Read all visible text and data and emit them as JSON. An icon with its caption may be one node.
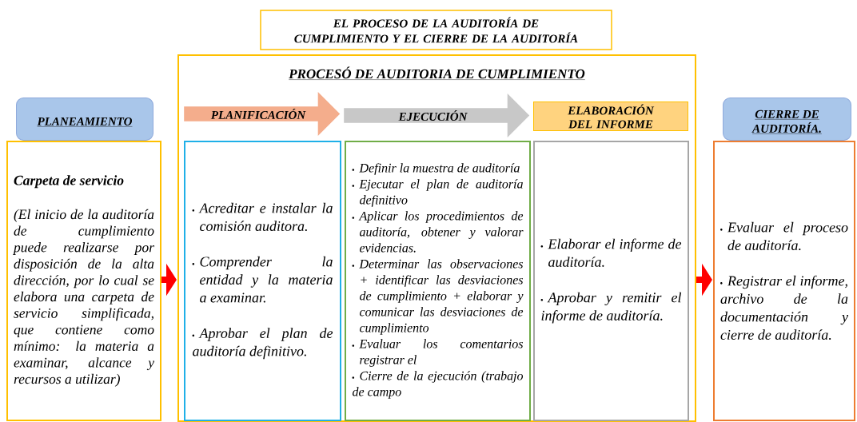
{
  "diagram": {
    "title": "EL PROCESO DE LA AUDITORÍA DE CUMPLIMIENTO Y EL CIERRE DE LA AUDITORÍA",
    "nodes": [
      {
        "text": [
          "PROCESÓ DE AUDITORIA DE CUMPLIMIENTO"
        ]
      },
      {
        "text": [
          "PLANEAMIENTO"
        ]
      },
      {
        "text": [
          "Carpeta de servicio",
          "(El inicio de la auditoría de cumplimiento puede realizarse por disposición de la alta dirección, por lo cual se elabora una carpeta de servicio simplificada, que contiene como mínimo: la materia a examinar, alcance y recursos a utilizar)"
        ]
      },
      {
        "text": [
          "PLANIFICACIÓN"
        ],
        "in": 0
      },
      {
        "text": [
          "EJECUCIÓN"
        ],
        "in": 0
      },
      {
        "text": [
          "ELABORACIÓN DEL INFORME"
        ],
        "in": 0
      },
      {
        "text": [
          "Acreditar e instalar la comisión auditora.",
          "Comprender la entidad y la materia a examinar.",
          "Aprobar el plan de auditoría definitivo."
        ],
        "in": 0
      },
      {
        "text": [
          "Definir la muestra de auditoría",
          "Ejecutar el plan de auditoría definitivo",
          "Aplicar los procedimientos de auditoría, obtener y valorar evidencias.",
          "Determinar las observaciones + identificar las desviaciones de cumplimiento + elaborar y comunicar las desviaciones de cumplimiento",
          "Evaluar los comentarios registrar el",
          "Cierre de la ejecución (trabajo de campo"
        ],
        "in": 0
      },
      {
        "text": [
          "Elaborar el informe de auditoría.",
          "Aprobar y remitir el informe de auditoría."
        ],
        "in": 0
      },
      {
        "text": [
          "CIERRE DE AUDITORÍA."
        ]
      },
      {
        "text": [
          "Evaluar el proceso de auditoría.",
          "Registrar el informe, archivo de la documentación y cierre de auditoría."
        ]
      }
    ],
    "edges": [
      {
        "from": 2,
        "to": 0,
        "arrow": "to"
      },
      {
        "from": 0,
        "to": 10,
        "arrow": "to"
      }
    ]
  }
}
